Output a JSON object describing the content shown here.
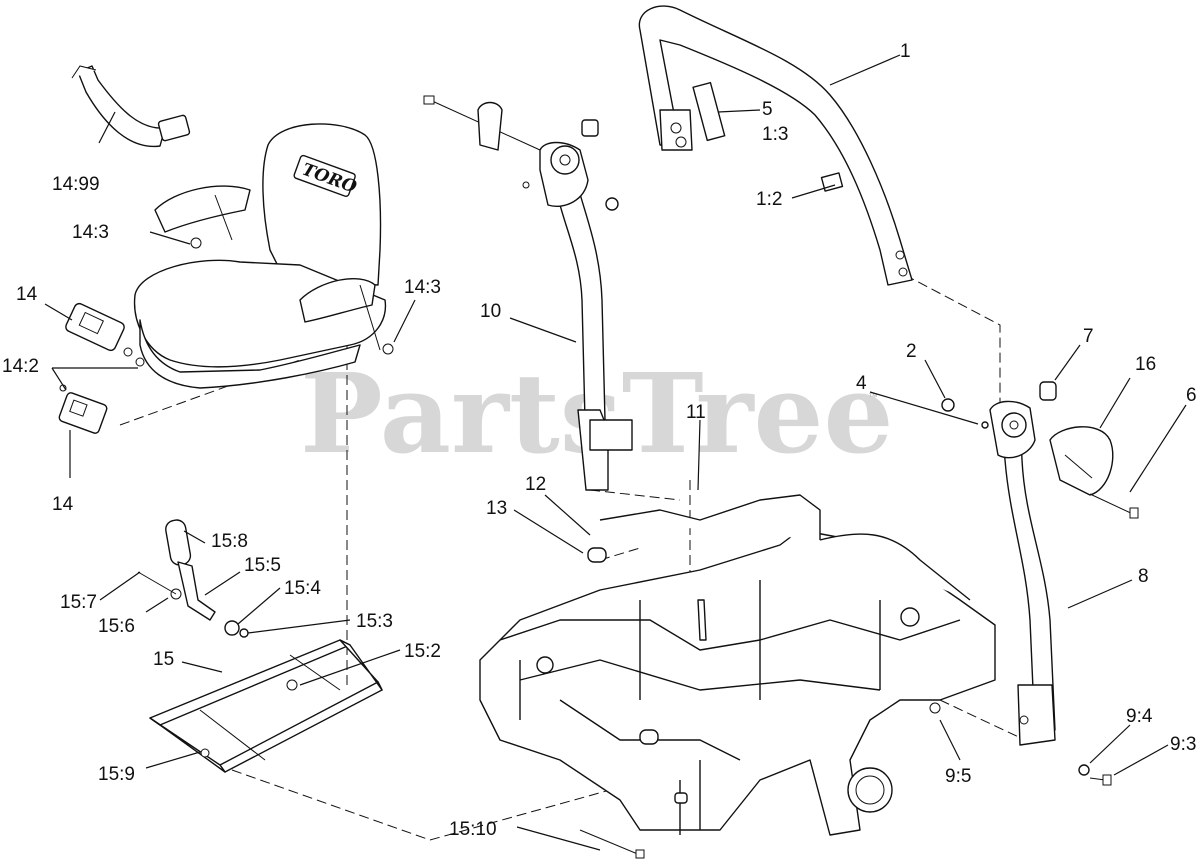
{
  "watermark": {
    "text": "PartsTree",
    "tm": "™"
  },
  "brand_text": "TORO",
  "callouts": {
    "c1": "1",
    "c2": "2",
    "c4": "4",
    "c5": "5",
    "c6": "6",
    "c7": "7",
    "c8": "8",
    "c10": "10",
    "c11": "11",
    "c12": "12",
    "c13": "13",
    "c14a": "14",
    "c14b": "14",
    "c15": "15",
    "c16": "16",
    "c1_2": "1:2",
    "c1_3": "1:3",
    "c9_3": "9:3",
    "c9_4": "9:4",
    "c9_5": "9:5",
    "c14_2": "14:2",
    "c14_3a": "14:3",
    "c14_3b": "14:3",
    "c14_99": "14:99",
    "c15_2": "15:2",
    "c15_3": "15:3",
    "c15_4": "15:4",
    "c15_5": "15:5",
    "c15_6": "15:6",
    "c15_7": "15:7",
    "c15_8": "15:8",
    "c15_9": "15:9",
    "c15_10": "15:10"
  }
}
